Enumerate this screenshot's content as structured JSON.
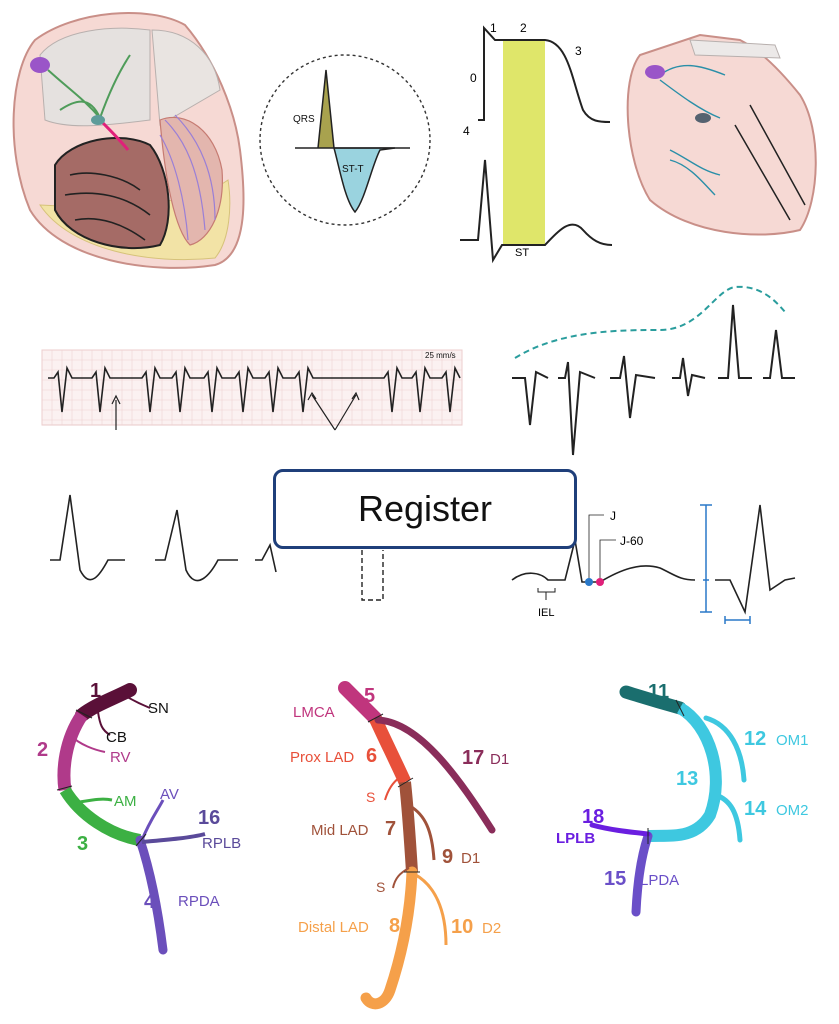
{
  "register_button": {
    "label": "Register"
  },
  "colors": {
    "rca_dark": "#5a1038",
    "rca_magenta": "#b03a8a",
    "rca_green": "#3cb043",
    "rca_purple": "#6b4fbb",
    "lad_pink": "#c0357d",
    "lad_red": "#e8503a",
    "lad_brown": "#a0523a",
    "lad_orange": "#f5a04a",
    "lad_d1": "#8a2d5a",
    "lcx_teal": "#1a6e6e",
    "lcx_cyan": "#3ec8e0",
    "lcx_violet": "#6a1ee0",
    "st_yellow": "#dfe66a",
    "qrs_olive": "#a8a24e",
    "stt_cyan": "#9ad3df",
    "dashed_teal": "#2a9d9d",
    "blue_marker": "#2a78c8",
    "pink_marker": "#e0207a"
  },
  "qrs_circle": {
    "qrs_label": "QRS",
    "stt_label": "ST-T"
  },
  "action_potential": {
    "phases": [
      "0",
      "1",
      "2",
      "3",
      "4"
    ],
    "st_label": "ST"
  },
  "rhythm_strip": {
    "speed_label": "25 mm/s"
  },
  "j_point": {
    "j_label": "J",
    "j60_label": "J-60",
    "iel_label": "IEL"
  },
  "rca": {
    "segments": [
      "1",
      "2",
      "3",
      "4",
      "16"
    ],
    "branches": [
      "SN",
      "CB",
      "RV",
      "AM",
      "AV",
      "RPLB",
      "RPDA"
    ]
  },
  "lad": {
    "segments": [
      "5",
      "6",
      "7",
      "8",
      "9",
      "10",
      "17"
    ],
    "names": [
      "LMCA",
      "Prox LAD",
      "Mid LAD",
      "Distal LAD"
    ],
    "branches": [
      "S",
      "S",
      "D1",
      "D2",
      "D1"
    ]
  },
  "lcx": {
    "segments": [
      "11",
      "12",
      "13",
      "14",
      "15",
      "18"
    ],
    "branches": [
      "OM1",
      "OM2",
      "LPLB",
      "LPDA"
    ]
  }
}
